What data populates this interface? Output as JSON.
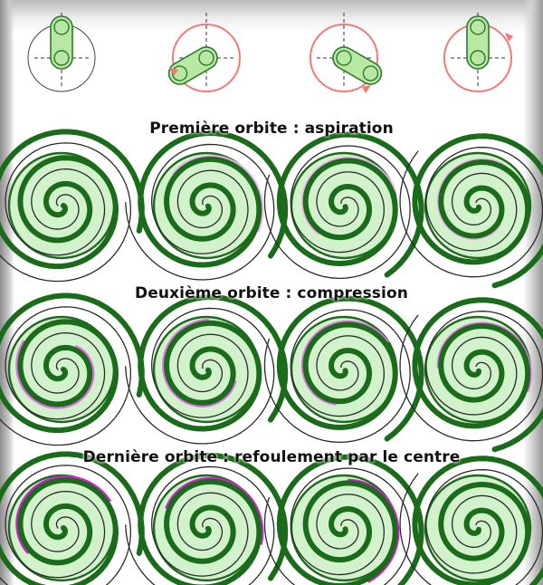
{
  "titles": {
    "aspiration": "Première orbite : aspiration",
    "compression": "Deuxième orbite : compression",
    "refoulement": "Dernière orbite : refoulement par le centre"
  },
  "colors": {
    "disc_fill": "#d2f2cc",
    "disc_stroke": "#1f6a1f",
    "spiral_dark": "#1a6b1a",
    "spiral_thin": "#2a2a2a",
    "pocket_light": "#f0b0f2",
    "pocket_mid": "#e06ee6",
    "pocket_strong": "#d11fd6",
    "arrow": "#f07a78",
    "crank_fill": "#b8e8a4",
    "crank_stroke": "#2d7a2d"
  },
  "crank_positions": [
    "haut",
    "gauche-bas",
    "droite-bas",
    "haut"
  ],
  "rows": [
    {
      "name": "aspiration",
      "pockets": [
        0,
        0.15,
        0.35,
        0.55
      ],
      "pocket_color": "pocket_light"
    },
    {
      "name": "compression",
      "pockets": [
        0.6,
        0.5,
        0.4,
        0.3
      ],
      "pocket_color": "pocket_mid"
    },
    {
      "name": "refoulement",
      "pockets": [
        0.25,
        0.18,
        0.1,
        0
      ],
      "pocket_color": "pocket_strong"
    }
  ]
}
